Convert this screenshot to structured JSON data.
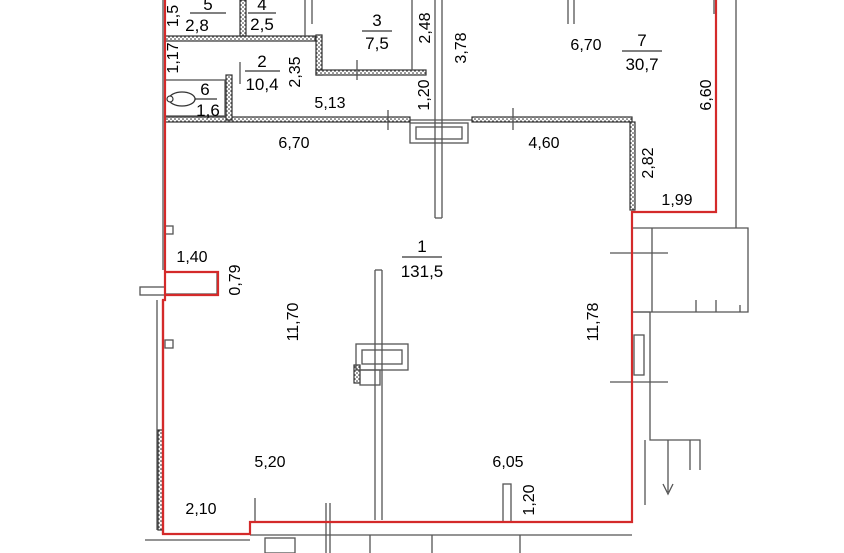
{
  "colors": {
    "outline": "#d42a2a",
    "wall": "#555555",
    "text": "#000000"
  },
  "rooms": [
    {
      "id": "1",
      "area": "131,5"
    },
    {
      "id": "2",
      "area": "10,4"
    },
    {
      "id": "3",
      "area": "7,5"
    },
    {
      "id": "4",
      "area": "2,5"
    },
    {
      "id": "5",
      "area": "2,8"
    },
    {
      "id": "6",
      "area": "1,6"
    },
    {
      "id": "7",
      "area": "30,7"
    }
  ],
  "dimensions": {
    "d_670_top": "6,70",
    "d_660": "6,60",
    "d_199": "1,99",
    "d_282": "2,82",
    "d_460": "4,60",
    "d_670_mid": "6,70",
    "d_513": "5,13",
    "d_120_mid": "1,20",
    "d_378": "3,78",
    "d_248": "2,48",
    "d_235": "2,35",
    "d_117": "1,17",
    "d_15": "1,5",
    "d_140": "1,40",
    "d_079": "0,79",
    "d_1170": "11,70",
    "d_1178": "11,78",
    "d_520": "5,20",
    "d_605": "6,05",
    "d_210": "2,10",
    "d_120_bottom": "1,20"
  }
}
